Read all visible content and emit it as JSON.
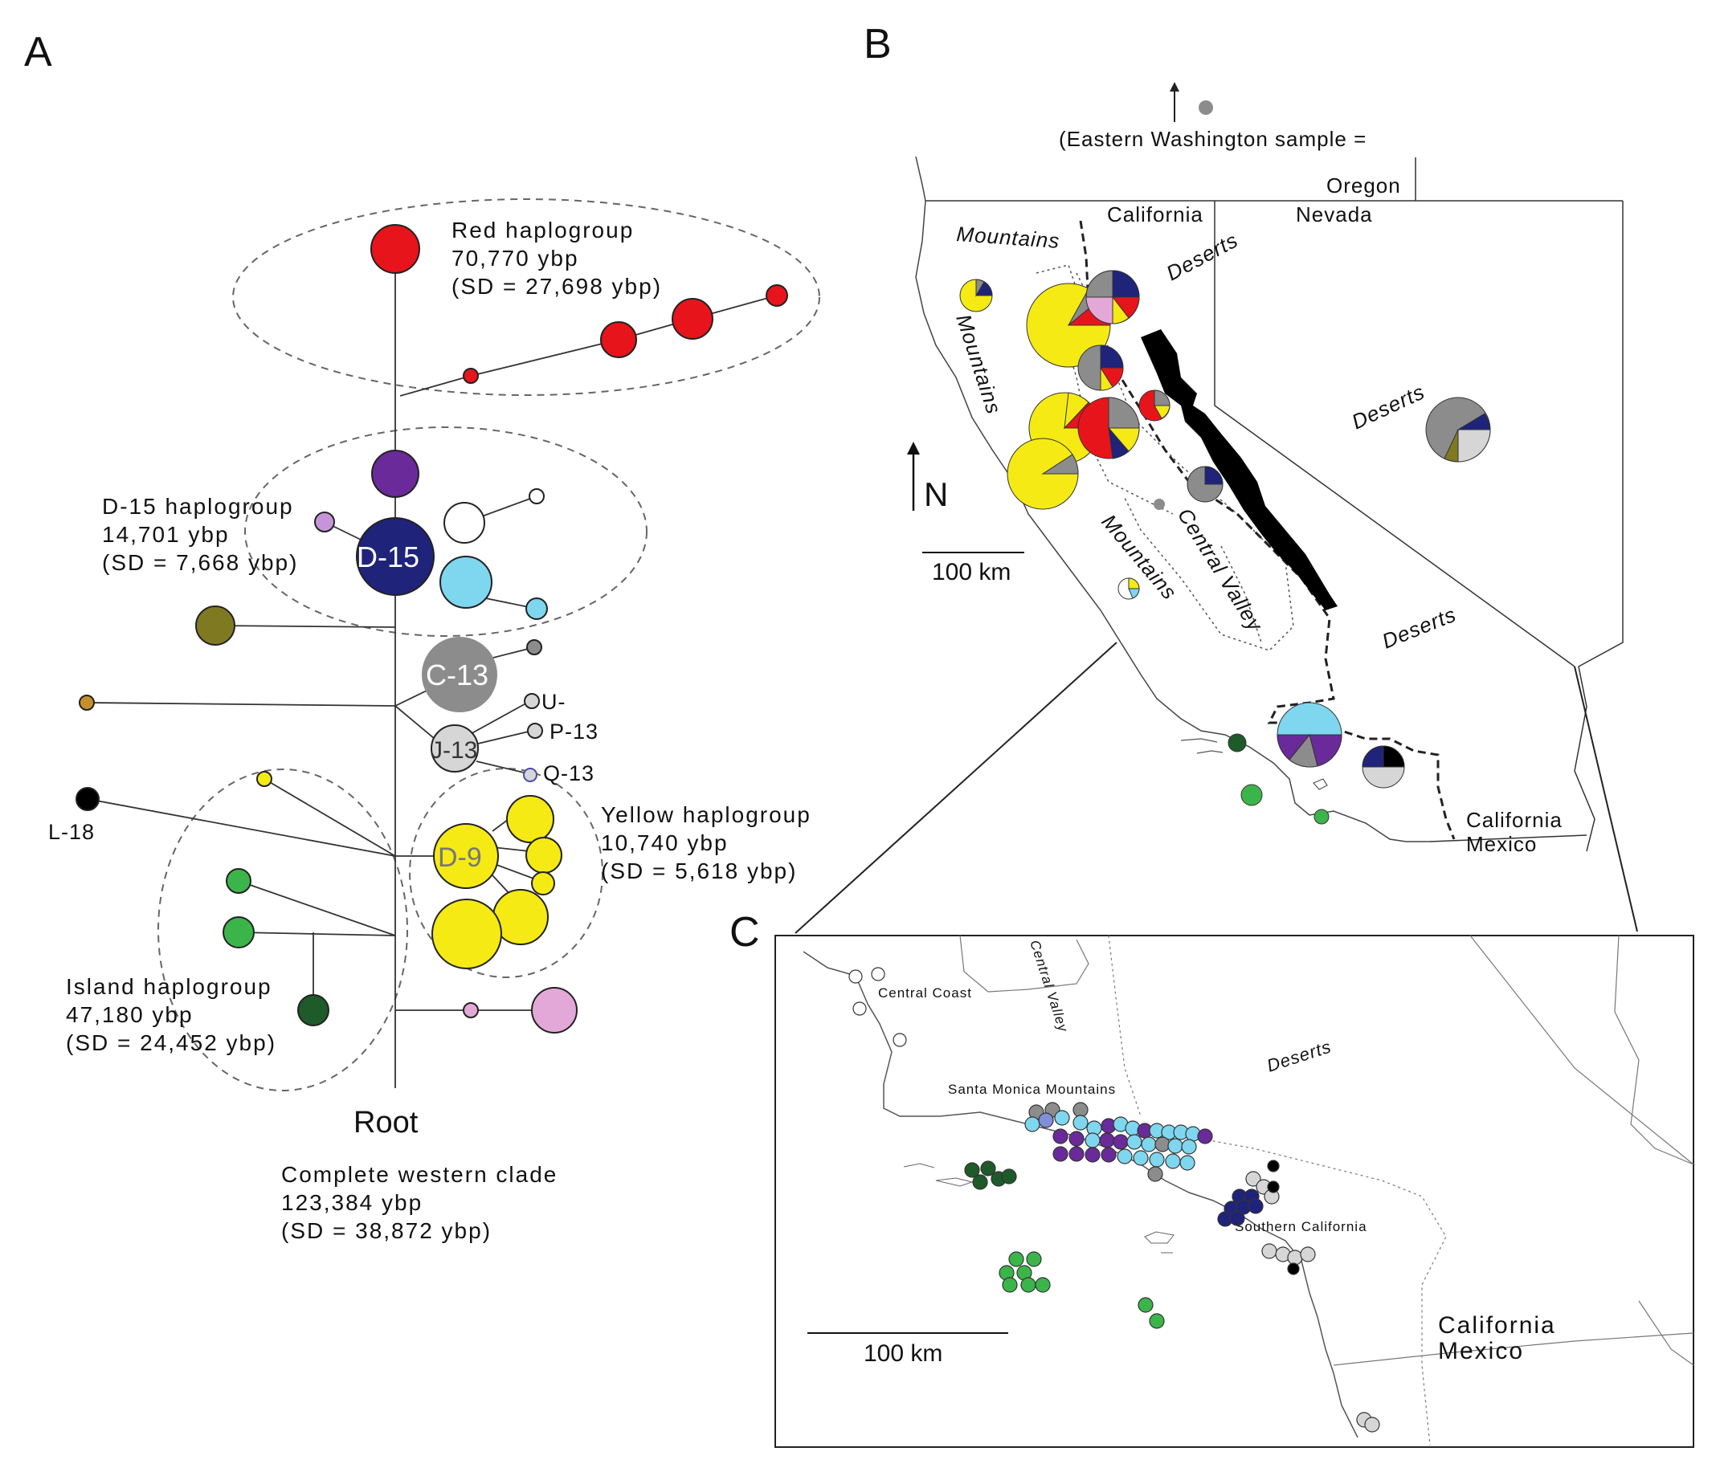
{
  "panels": {
    "a": "A",
    "b": "B",
    "c": "C"
  },
  "network": {
    "red_title": "Red haplogroup",
    "red_age": "70,770 ybp",
    "red_sd": "(SD = 27,698 ybp)",
    "d15_title": "D-15 haplogroup",
    "d15_age": "14,701 ybp",
    "d15_sd": "(SD = 7,668 ybp)",
    "yellow_title": "Yellow haplogroup",
    "yellow_age": "10,740 ybp",
    "yellow_sd": "(SD = 5,618 ybp)",
    "island_title": "Island haplogroup",
    "island_age": "47,180 ybp",
    "island_sd": "(SD = 24,452 ybp)",
    "root": "Root",
    "clade_title": "Complete western clade",
    "clade_age": "123,384 ybp",
    "clade_sd": "(SD = 38,872 ybp)",
    "nodes": {
      "d15": "D-15",
      "c13": "C-13",
      "j13": "J-13",
      "d9": "D-9",
      "u": "U-",
      "p13": "P-13",
      "q13": "Q-13",
      "l18": "L-18"
    }
  },
  "map_b": {
    "washington_note": "(Eastern Washington sample =",
    "oregon": "Oregon",
    "california": "California",
    "nevada": "Nevada",
    "mountains_1": "Mountains",
    "mountains_2": "Mountains",
    "mountains_3": "Mountains",
    "deserts_1": "Deserts",
    "deserts_2": "Deserts",
    "deserts_3": "Deserts",
    "central_valley": "Central Valley",
    "north": "N",
    "scale": "100 km",
    "california_s": "California",
    "mexico": "Mexico"
  },
  "map_c": {
    "central_coast": "Central Coast",
    "central_valley": "Central Valley",
    "deserts": "Deserts",
    "santa_monica": "Santa Monica Mountains",
    "southern_california": "Southern California",
    "california": "California",
    "mexico": "Mexico",
    "scale": "100 km"
  },
  "colors": {
    "red": "#e8141b",
    "purple": "#6a2a9a",
    "navy": "#1f237a",
    "cyan": "#7fd6ef",
    "olive": "#7f7a22",
    "grey": "#8c8c8c",
    "lightgrey": "#d6d6d6",
    "yellow": "#f5ea14",
    "pink": "#e4a8d8",
    "green": "#3bb54a",
    "darkgreen": "#1f5a2a",
    "black": "#000000"
  }
}
